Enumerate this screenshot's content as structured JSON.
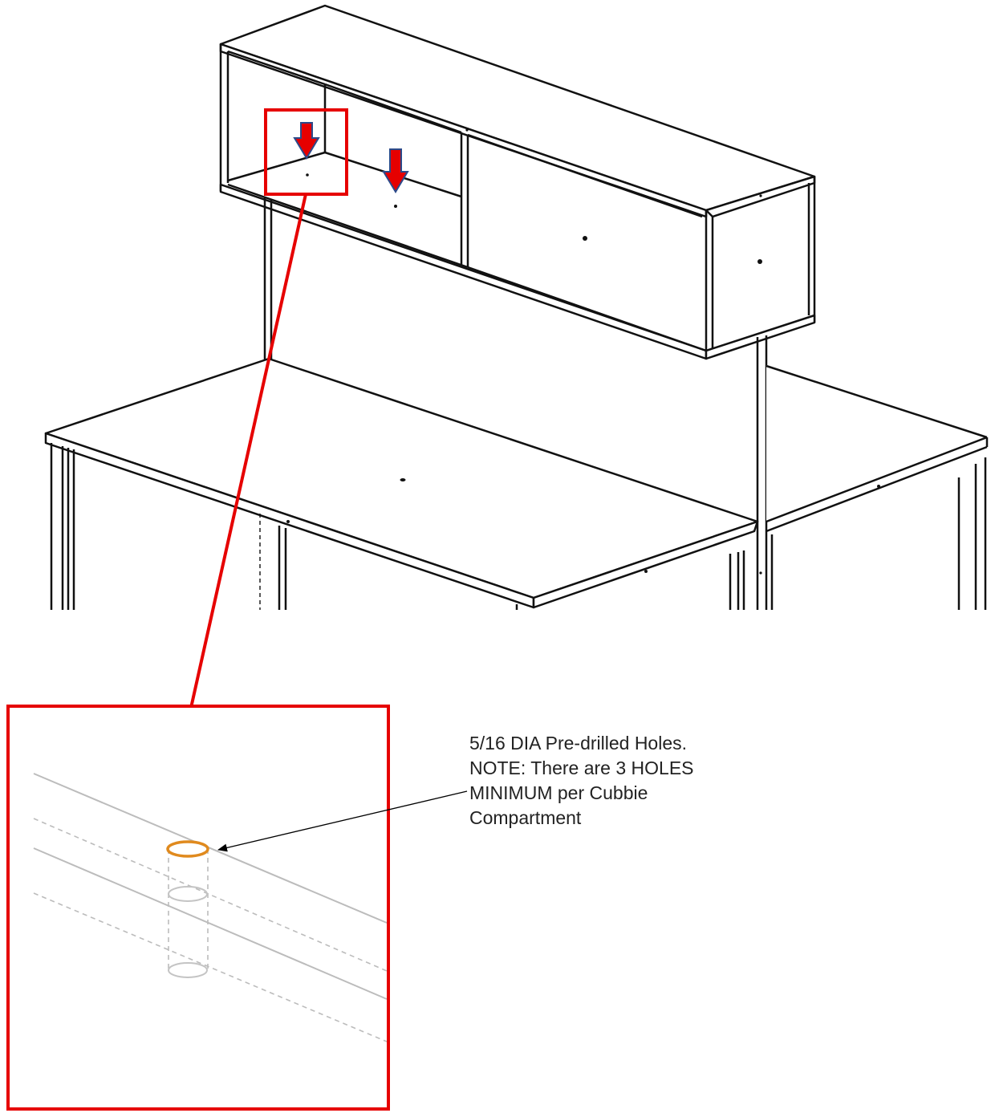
{
  "callout": {
    "lines": [
      "5/16 DIA Pre-drilled Holes.",
      "NOTE: There are 3 HOLES",
      "MINIMUM per Cubbie",
      "Compartment"
    ]
  },
  "colors": {
    "highlight": "#e60000",
    "hole_highlight": "#e08a1e",
    "line": "#111111",
    "hidden_line": "#b8b8b8"
  },
  "icons": [
    "down-arrow-icon",
    "down-arrow-icon",
    "leader-arrow-icon"
  ]
}
